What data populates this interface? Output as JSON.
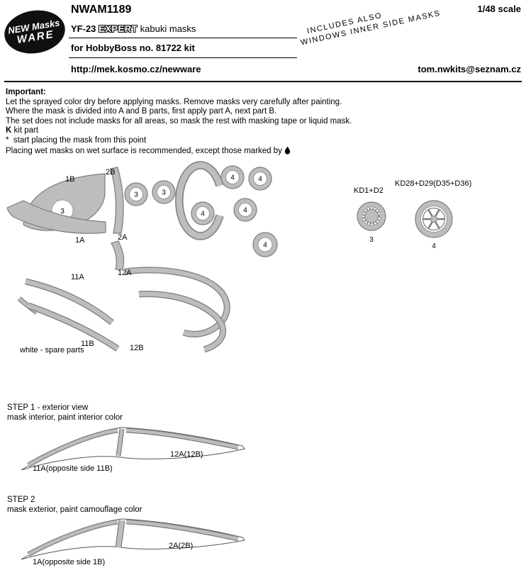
{
  "header": {
    "code": "NWAM1189",
    "scale": "1/48 scale",
    "title_model": "YF-23",
    "title_expert": "EXPERT",
    "title_rest": "kabuki masks",
    "subtitle": "for HobbyBoss no. 81722 kit",
    "url": "http://mek.kosmo.cz/newware",
    "email": "tom.nwkits@seznam.cz",
    "includes_line1": "INCLUDES ALSO",
    "includes_line2": "WINDOWS INNER SIDE MASKS",
    "logo_line1": "NEW Masks",
    "logo_line2": "WARE"
  },
  "important": {
    "heading": "Important:",
    "line1": "Let the sprayed color dry before applying masks. Remove masks very carefully after painting.",
    "line2": "Where the mask is divided into A and B parts, first apply part A, next part B.",
    "line3": "The set does not include masks for all areas, so mask the rest with masking tape or liquid mask.",
    "kit_marker": "K",
    "kit_text": "kit part",
    "star_marker": "*",
    "star_text": "start placing the mask from this point",
    "wet_text": "Placing wet masks on wet surface is recommended, except those marked by"
  },
  "masks": {
    "label_1B": "1B",
    "label_2B": "2B",
    "label_1A": "1A",
    "label_2A": "2A",
    "label_11A": "11A",
    "label_12A": "12A",
    "label_11B": "11B",
    "label_12B": "12B",
    "circle3": "3",
    "circle4": "4",
    "wheel_small_title": "KD1+D2",
    "wheel_small_num": "3",
    "wheel_big_title": "KD28+D29(D35+D36)",
    "wheel_big_num": "4",
    "spare_note": "white - spare parts"
  },
  "step1": {
    "title": "STEP 1 - exterior view",
    "subtitle": "mask interior, paint interior color",
    "label_left": "11A(opposite side 11B)",
    "label_right": "12A(12B)"
  },
  "step2": {
    "title": "STEP 2",
    "subtitle": "mask exterior, paint camouflage color",
    "label_left": "1A(opposite side 1B)",
    "label_right": "2A(2B)"
  },
  "colors": {
    "mask_fill": "#bdbdbd",
    "mask_outline": "#7d7d7d"
  }
}
